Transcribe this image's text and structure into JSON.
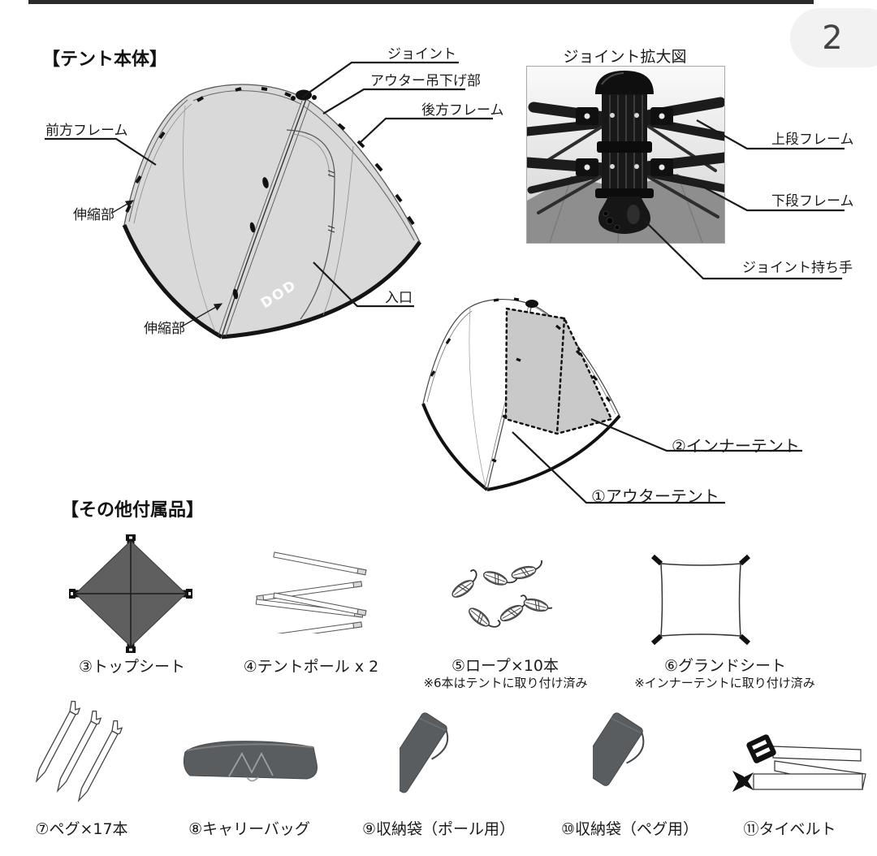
{
  "page": {
    "badge": "2"
  },
  "tent_body": {
    "heading": "【テント本体】",
    "logo": "DOD",
    "labels": {
      "joint": "ジョイント",
      "outer_hang": "アウター吊下げ部",
      "rear_frame": "後方フレーム",
      "front_frame": "前方フレーム",
      "stretch_upper": "伸縮部",
      "entrance": "入口",
      "stretch_lower": "伸縮部"
    }
  },
  "joint_detail": {
    "title": "ジョイント拡大図",
    "labels": {
      "upper_frame": "上段フレーム",
      "lower_frame": "下段フレーム",
      "handle": "ジョイント持ち手"
    }
  },
  "tent_layers": {
    "inner": "②インナーテント",
    "outer": "①アウターテント"
  },
  "accessories": {
    "heading": "【その他付属品】",
    "items": [
      {
        "label": "③トップシート",
        "note": ""
      },
      {
        "label": "④テントポール x 2",
        "note": ""
      },
      {
        "label": "⑤ロープ×10本",
        "note": "※6本はテントに取り付け済み"
      },
      {
        "label": "⑥グランドシート",
        "note": "※インナーテントに取り付け済み"
      },
      {
        "label": "⑦ペグ×17本",
        "note": ""
      },
      {
        "label": "⑧キャリーバッグ",
        "note": ""
      },
      {
        "label": "⑨収納袋（ポール用）",
        "note": ""
      },
      {
        "label": "⑩収納袋（ペグ用）",
        "note": ""
      },
      {
        "label": "⑪タイベルト",
        "note": ""
      }
    ]
  },
  "colors": {
    "tent_fill": "#d9d9d9",
    "inner_tent_fill": "#c9c9c9",
    "dark_item": "#595d60",
    "text": "#1a1a1a",
    "badge_bg": "#f2f2f2"
  }
}
